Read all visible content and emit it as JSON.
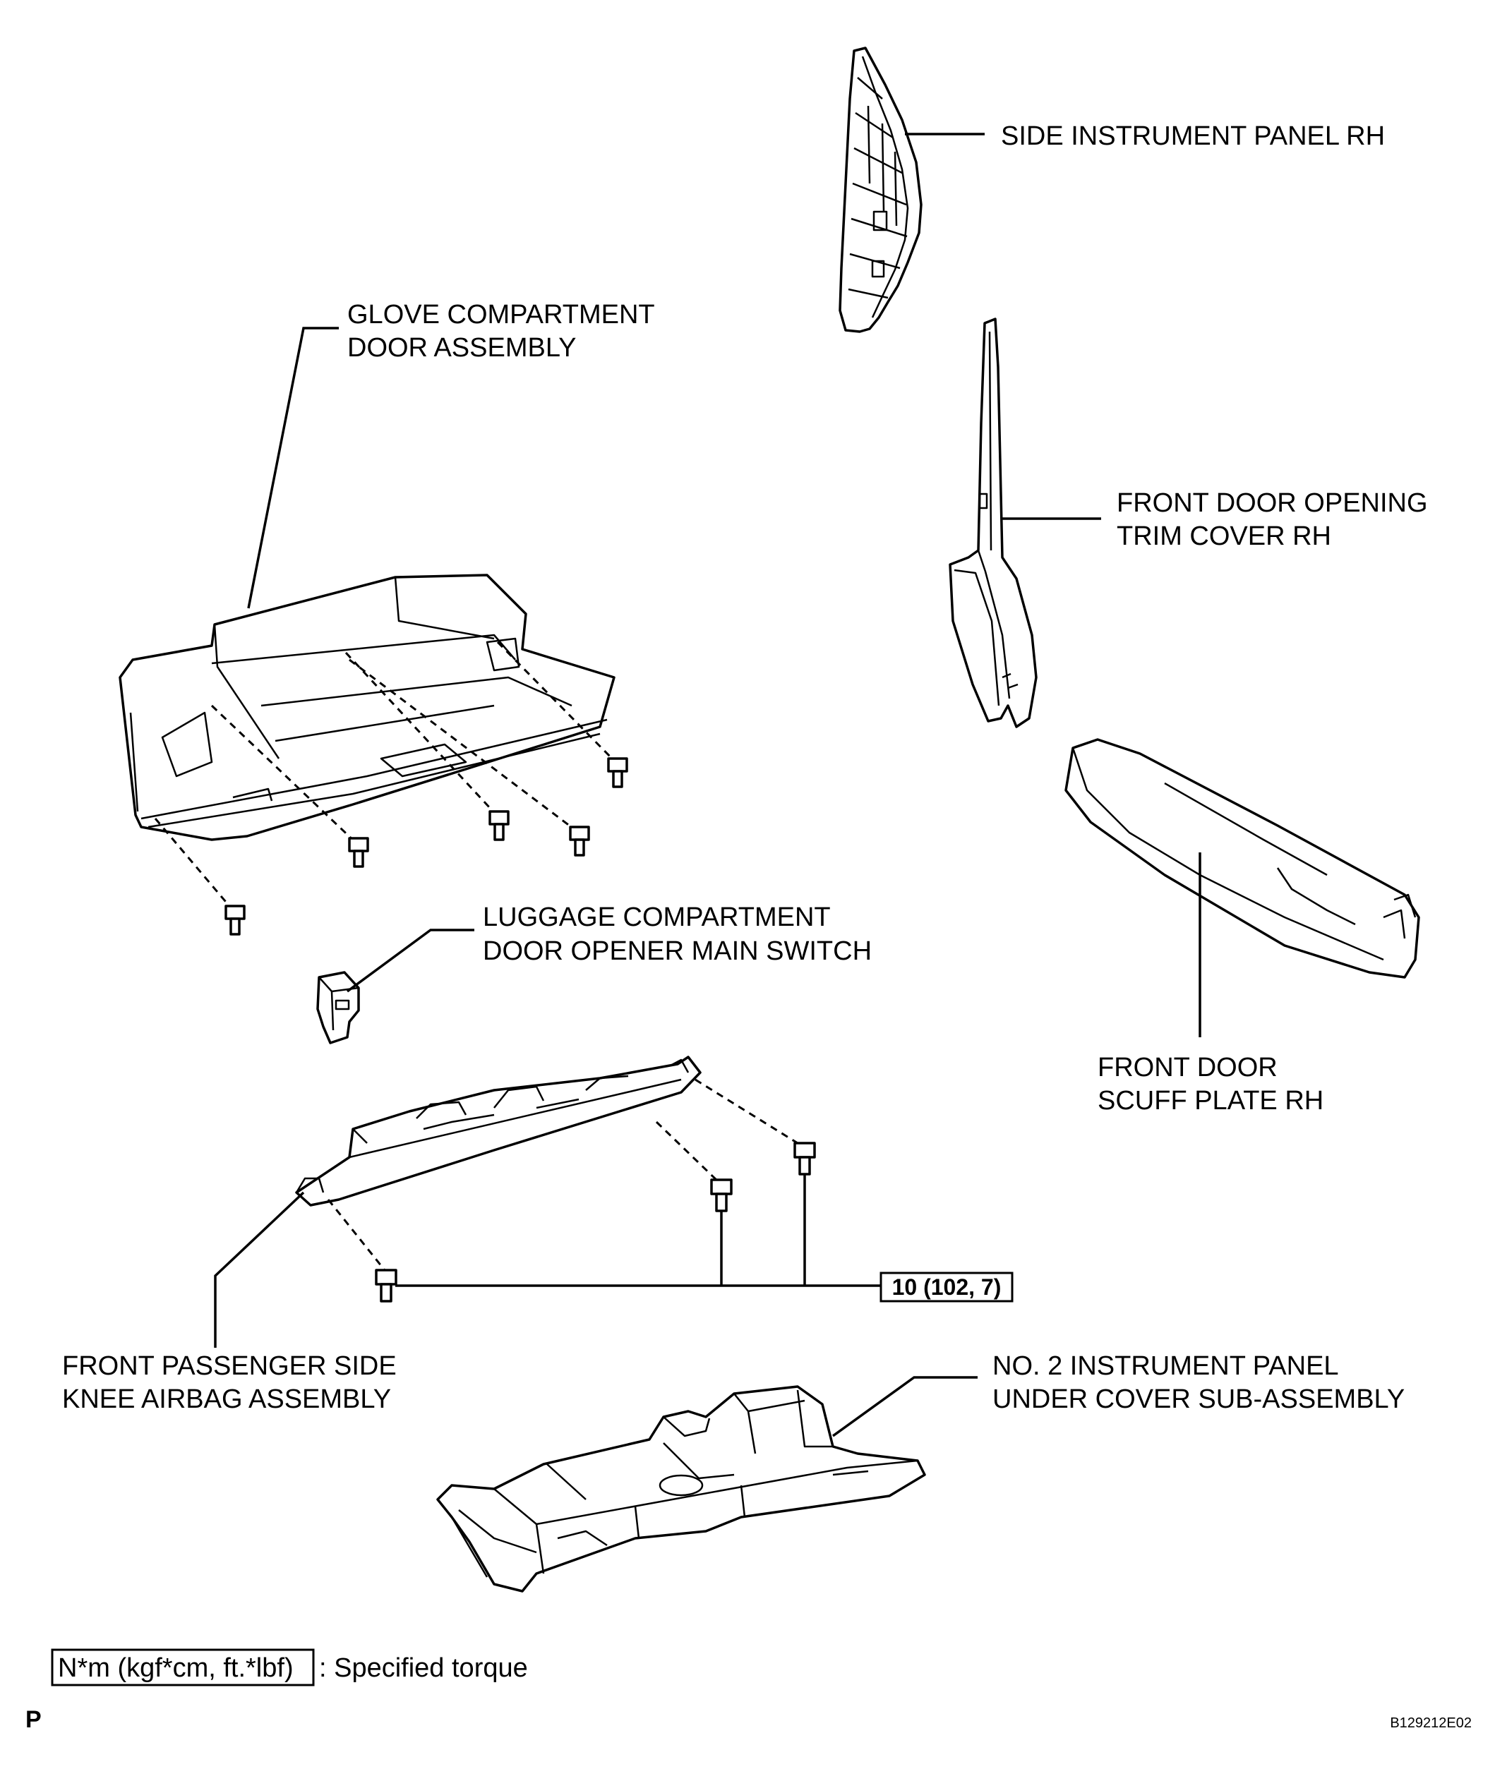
{
  "labels": {
    "side_panel": "SIDE INSTRUMENT PANEL RH",
    "glove_line1": "GLOVE COMPARTMENT",
    "glove_line2": "DOOR ASSEMBLY",
    "trim_line1": "FRONT DOOR OPENING",
    "trim_line2": "TRIM COVER RH",
    "luggage_line1": "LUGGAGE COMPARTMENT",
    "luggage_line2": "DOOR OPENER MAIN SWITCH",
    "scuff_line1": "FRONT DOOR",
    "scuff_line2": "SCUFF PLATE RH",
    "knee_line1": "FRONT PASSENGER SIDE",
    "knee_line2": "KNEE AIRBAG ASSEMBLY",
    "under_line1": "NO. 2 INSTRUMENT PANEL",
    "under_line2": "UNDER COVER SUB-ASSEMBLY"
  },
  "torque": {
    "value": "10 (102, 7)"
  },
  "legend": {
    "box_text": "N*m (kgf*cm, ft.*lbf)",
    "description": ": Specified torque"
  },
  "footer": {
    "page_letter": "P",
    "figure_id": "B129212E02"
  }
}
